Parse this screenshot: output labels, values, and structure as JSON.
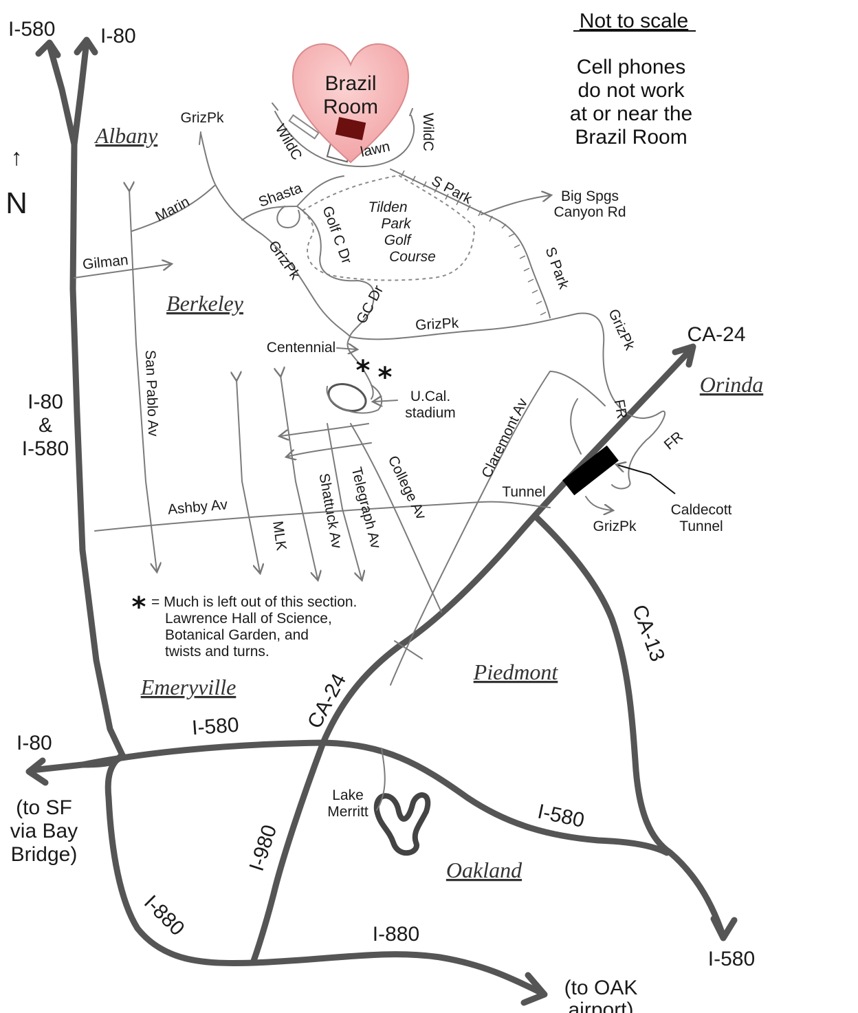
{
  "notes": {
    "scale": "Not to scale",
    "cell_line1": "Cell phones",
    "cell_line2": "do not work",
    "cell_line3": "at or near the",
    "cell_line4": "Brazil Room"
  },
  "north": {
    "arrow": "↑",
    "label": "N"
  },
  "destination": {
    "line1": "Brazil",
    "line2": "Room",
    "lawn": "lawn"
  },
  "towns": {
    "albany": "Albany",
    "berkeley": "Berkeley",
    "emeryville": "Emeryville",
    "piedmont": "Piedmont",
    "oakland": "Oakland",
    "orinda": "Orinda"
  },
  "highways": {
    "i580_top": "I-580",
    "i80_top": "I-80",
    "i80_580_line1": "I-80",
    "i80_580_line2": "&",
    "i80_580_line3": "I-580",
    "i80_left": "I-80",
    "to_sf_line1": "(to SF",
    "to_sf_line2": "via Bay",
    "to_sf_line3": "Bridge)",
    "i580_a": "I-580",
    "i580_b": "I-580",
    "i580_end": "I-580",
    "ca24_a": "CA-24",
    "ca24_b": "CA-24",
    "ca13": "CA-13",
    "i980": "I-980",
    "i880_a": "I-880",
    "i880_b": "I-880",
    "to_oak_line1": "(to OAK",
    "to_oak_line2": "airport)"
  },
  "roads": {
    "grizpk_1": "GrizPk",
    "grizpk_2": "GrizPk",
    "grizpk_3": "GrizPk",
    "grizpk_4": "GrizPk",
    "grizpk_5": "GrizPk",
    "wildc_1": "WildC",
    "wildc_2": "WildC",
    "marin": "Marin",
    "shasta": "Shasta",
    "gilman": "Gilman",
    "golf_c_dr": "Golf C Dr",
    "gc_dr": "GC Dr",
    "s_park_1": "S Park",
    "s_park_2": "S Park",
    "big_spgs_line1": "Big Spgs",
    "big_spgs_line2": "Canyon Rd",
    "centennial": "Centennial",
    "san_pablo": "San Pablo Av",
    "ashby": "Ashby Av",
    "mlk": "MLK",
    "shattuck": "Shattuck Av",
    "telegraph": "Telegraph Av",
    "college": "College Av",
    "claremont": "Claremont Av",
    "tunnel_rd": "Tunnel",
    "fr_1": "FR",
    "fr_2": "FR"
  },
  "places": {
    "golf_line1": "Tilden",
    "golf_line2": "Park",
    "golf_line3": "Golf",
    "golf_line4": "Course",
    "stadium_line1": "U.Cal.",
    "stadium_line2": "stadium",
    "caldecott_line1": "Caldecott",
    "caldecott_line2": "Tunnel",
    "lake_line1": "Lake",
    "lake_line2": "Merritt"
  },
  "footnote": {
    "symbol": "*",
    "line1": "= Much is left out of this section.",
    "line2": "Lawrence Hall of Science,",
    "line3": "Botanical Garden, and",
    "line4": "twists and turns."
  },
  "colors": {
    "heart": "#f2a3a5",
    "heart_edge": "#d98a8c",
    "building": "#6b0f0f",
    "highway": "#555555",
    "road": "#7a7a7a"
  },
  "icons": {
    "north": "north-arrow-icon",
    "destination": "heart-icon",
    "tunnel": "tunnel-icon"
  }
}
